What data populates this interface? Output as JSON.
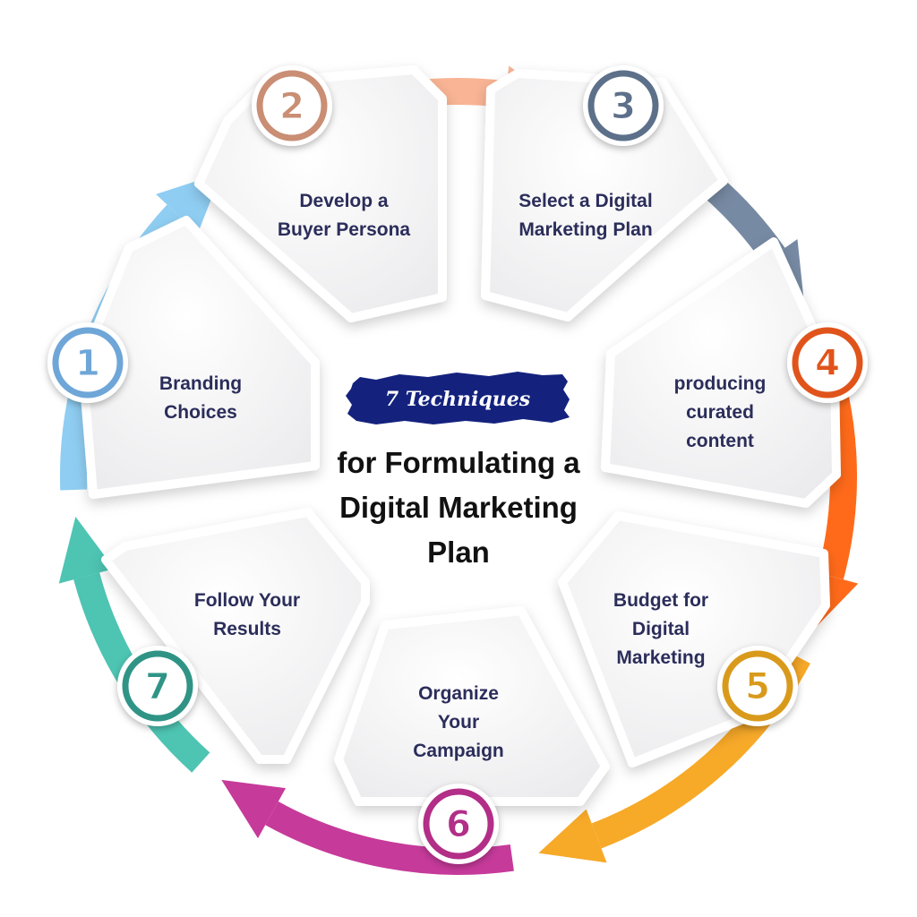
{
  "center": {
    "badge": "7 Techniques",
    "title_lines": [
      "for Formulating a",
      "Digital Marketing",
      "Plan"
    ]
  },
  "colors": {
    "badge_bg": "#14227e",
    "label_text": "#2b2d5a",
    "panel": "#f4f4f5"
  },
  "steps": [
    {
      "number": "1",
      "label_lines": [
        "Branding",
        "Choices"
      ],
      "color": "#6fa6d8"
    },
    {
      "number": "2",
      "label_lines": [
        "Develop a",
        "Buyer Persona"
      ],
      "color": "#c98e74"
    },
    {
      "number": "3",
      "label_lines": [
        "Select a Digital",
        "Marketing Plan"
      ],
      "color": "#5d708a"
    },
    {
      "number": "4",
      "label_lines": [
        "producing",
        "curated",
        "content"
      ],
      "color": "#e0541b"
    },
    {
      "number": "5",
      "label_lines": [
        "Budget for",
        "Digital",
        "Marketing"
      ],
      "color": "#d99a1c"
    },
    {
      "number": "6",
      "label_lines": [
        "Organize",
        "Your",
        "Campaign"
      ],
      "color": "#b22e87"
    },
    {
      "number": "7",
      "label_lines": [
        "Follow Your",
        "Results"
      ],
      "color": "#2f9486"
    }
  ],
  "arcs": [
    {
      "name": "arc-1-to-2",
      "color": "#8fcdf2"
    },
    {
      "name": "arc-2-to-3",
      "color": "#f8b494"
    },
    {
      "name": "arc-3-to-4",
      "color": "#778aa3"
    },
    {
      "name": "arc-4-to-5",
      "color": "#ff6a1a"
    },
    {
      "name": "arc-5-to-6",
      "color": "#f7a928"
    },
    {
      "name": "arc-6-to-7",
      "color": "#c63a9a"
    },
    {
      "name": "arc-7-to-1",
      "color": "#4ec4b2"
    }
  ]
}
